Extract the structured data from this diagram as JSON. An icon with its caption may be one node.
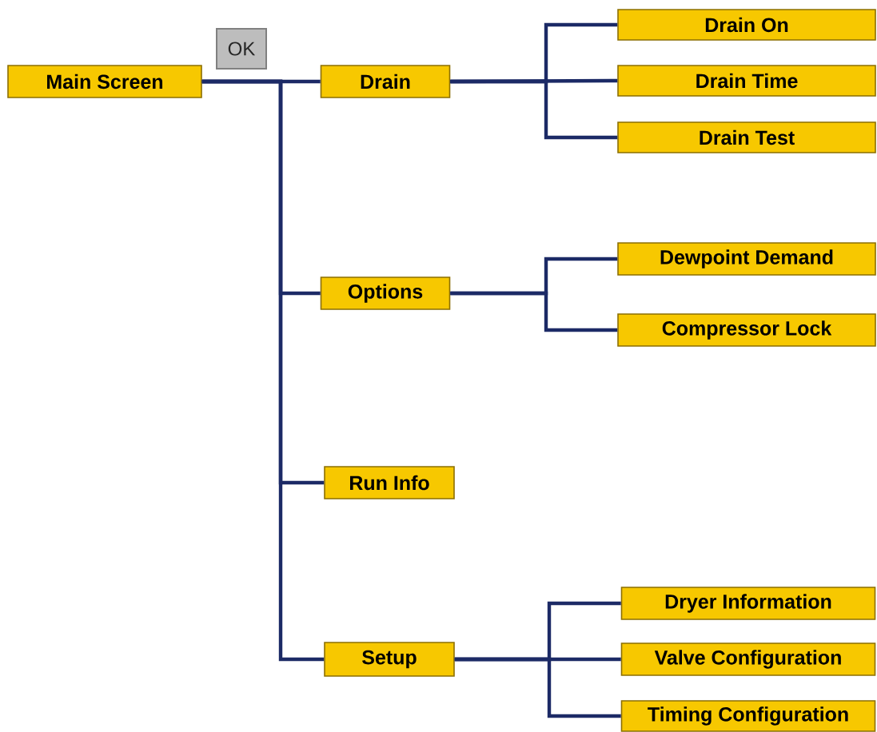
{
  "diagram": {
    "nodes": [
      {
        "text": [
          "Main Screen"
        ]
      },
      {
        "text": [
          "OK"
        ]
      },
      {
        "text": [
          "Drain"
        ]
      },
      {
        "text": [
          "Drain On"
        ]
      },
      {
        "text": [
          "Drain Time"
        ]
      },
      {
        "text": [
          "Drain Test"
        ]
      },
      {
        "text": [
          "Options"
        ]
      },
      {
        "text": [
          "Dewpoint Demand"
        ]
      },
      {
        "text": [
          "Compressor Lock"
        ]
      },
      {
        "text": [
          "Run Info"
        ]
      },
      {
        "text": [
          "Setup"
        ]
      },
      {
        "text": [
          "Dryer Information"
        ]
      },
      {
        "text": [
          "Valve Configuration"
        ]
      },
      {
        "text": [
          "Timing Configuration"
        ]
      }
    ],
    "edges": [
      {
        "from": 0,
        "to": 2,
        "arrow": "none"
      },
      {
        "from": 0,
        "to": 6,
        "arrow": "none"
      },
      {
        "from": 0,
        "to": 9,
        "arrow": "none"
      },
      {
        "from": 0,
        "to": 10,
        "arrow": "none"
      },
      {
        "from": 2,
        "to": 3,
        "arrow": "none"
      },
      {
        "from": 2,
        "to": 4,
        "arrow": "none"
      },
      {
        "from": 2,
        "to": 5,
        "arrow": "none"
      },
      {
        "from": 6,
        "to": 7,
        "arrow": "none"
      },
      {
        "from": 6,
        "to": 8,
        "arrow": "none"
      },
      {
        "from": 10,
        "to": 11,
        "arrow": "none"
      },
      {
        "from": 10,
        "to": 12,
        "arrow": "none"
      },
      {
        "from": 10,
        "to": 13,
        "arrow": "none"
      }
    ]
  }
}
